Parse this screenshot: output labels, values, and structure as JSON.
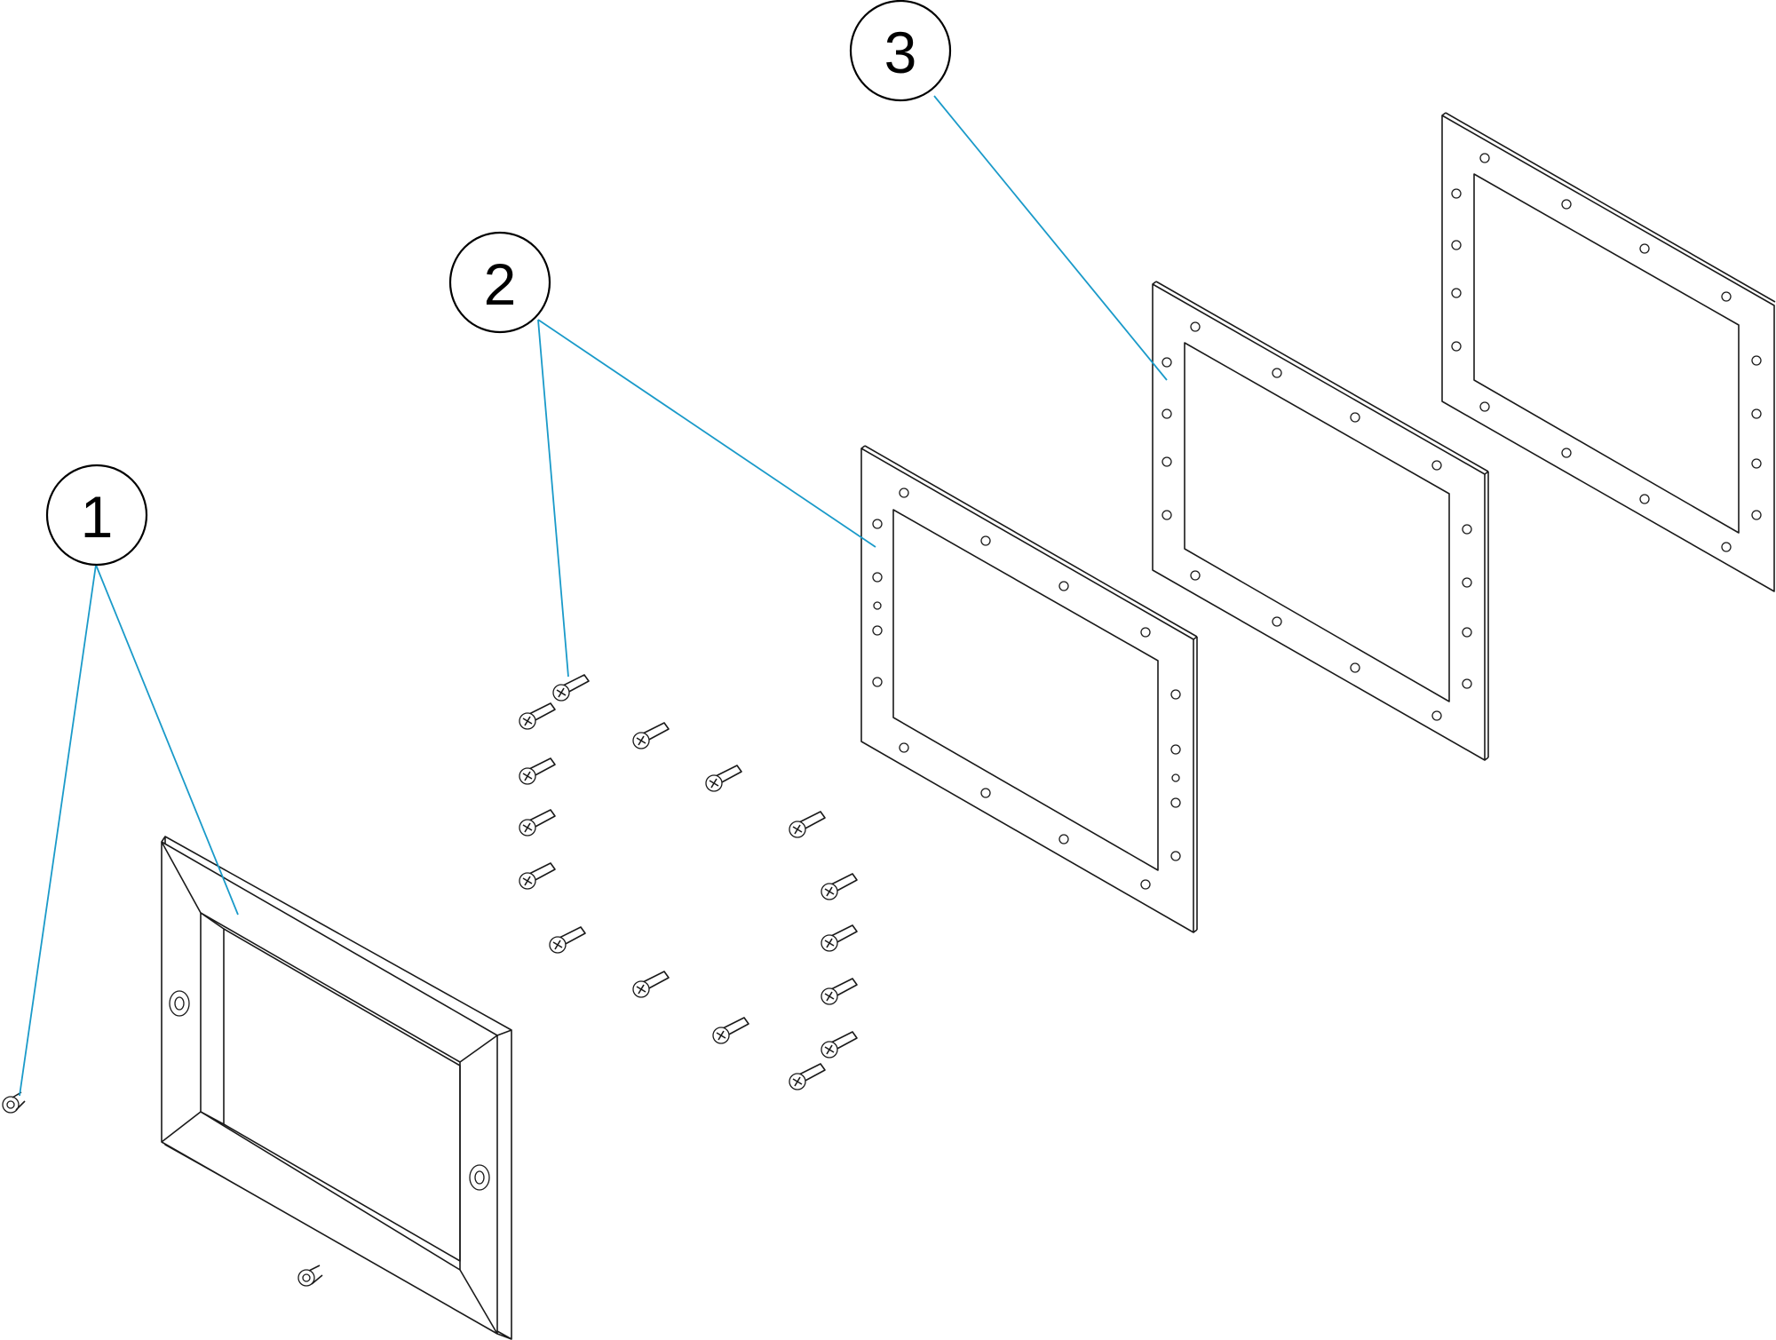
{
  "colors": {
    "leader": "#1a9ac9",
    "stroke": "#1a1a1a",
    "background": "#ffffff"
  },
  "balloons": [
    {
      "id": "1",
      "label": "1"
    },
    {
      "id": "2",
      "label": "2"
    },
    {
      "id": "3",
      "label": "3"
    }
  ]
}
